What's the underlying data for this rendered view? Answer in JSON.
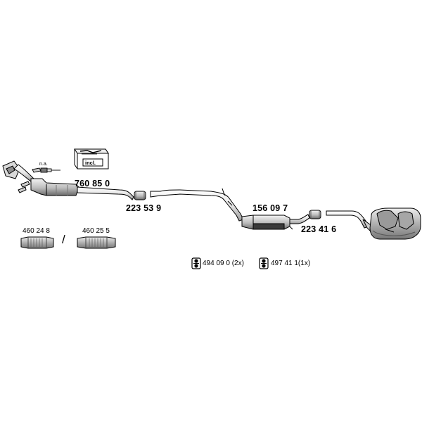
{
  "parts": {
    "front_pipe": "760 85 0",
    "clamp_front": "223 53 9",
    "center_silencer": "156 09 7",
    "clamp_rear": "223 41 6",
    "flex_pipe_a": "460 24 8",
    "flex_pipe_b": "460 25 5",
    "mount_a": "494 09 0 (2x)",
    "mount_b": "497 41 1(1x)"
  },
  "labels": {
    "not_available": "n.a.",
    "included": "incl.",
    "separator": "/"
  },
  "colors": {
    "line": "#000000",
    "part_fill_light": "#e8e8e8",
    "part_fill_mid": "#bdbdbd",
    "part_fill_dark": "#5a5a5a"
  }
}
